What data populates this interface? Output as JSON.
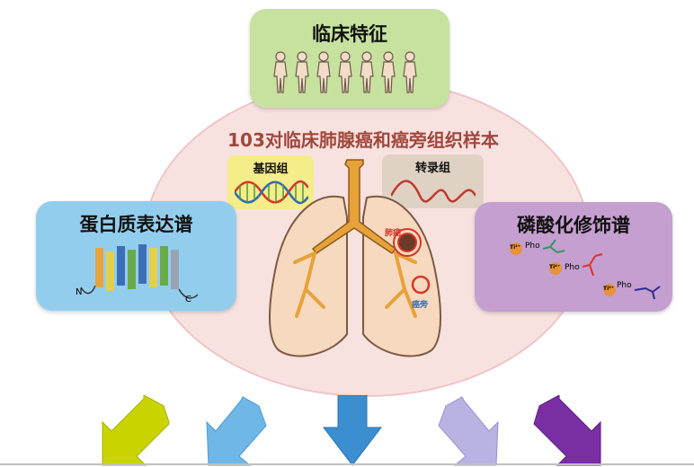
{
  "diagram": {
    "clinical_title": "临床特征",
    "samples_title": "103对临床肺腺癌和癌旁组织样本",
    "genome_label": "基因组",
    "transcriptome_label": "转录组",
    "protein_title": "蛋白质表达谱",
    "phospho_title": "磷酸化修饰谱",
    "tumor_label": "肺癌",
    "adjacent_label": "癌旁",
    "n_terminus": "N",
    "c_terminus": "C",
    "ti_label": "Ti⁴⁺",
    "pho_label": "Pho",
    "arrow_colors": [
      "#c9d400",
      "#6fb7e6",
      "#3b8fd0",
      "#b9b3e3",
      "#7a2ea3"
    ]
  }
}
